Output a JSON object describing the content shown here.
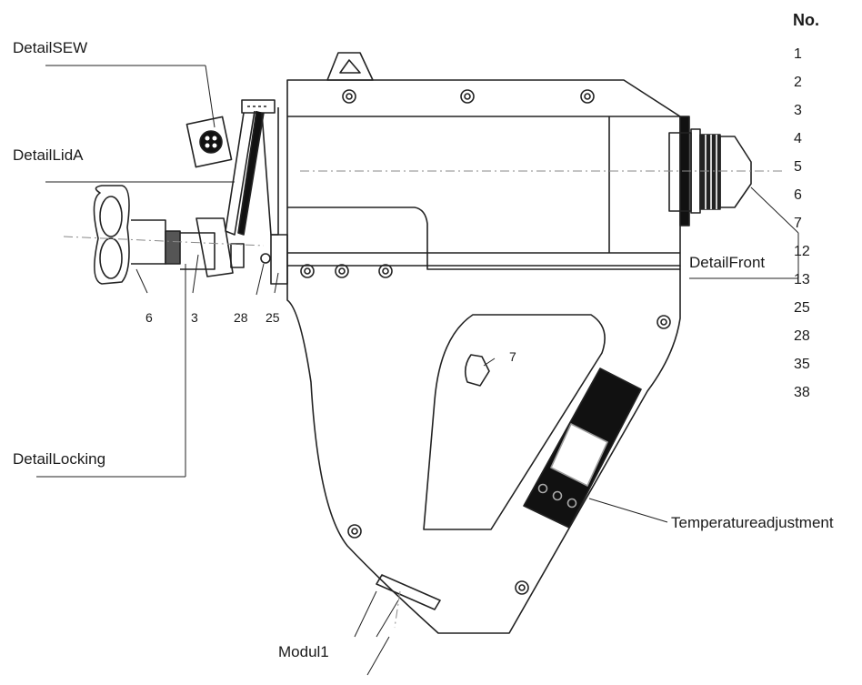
{
  "labels": {
    "detail_sew": "DetailSEW",
    "detail_lid": "DetailLidA",
    "detail_locking": "DetailLocking",
    "detail_front": "DetailFront",
    "temperature": "Temperatureadjustment",
    "modul": "Modul1"
  },
  "callouts": {
    "c6": "6",
    "c3": "3",
    "c28": "28",
    "c25": "25",
    "c7": "7"
  },
  "parts_table": {
    "header": "No.",
    "numbers": [
      "1",
      "2",
      "3",
      "4",
      "5",
      "6",
      "7",
      "12",
      "13",
      "25",
      "28",
      "35",
      "38"
    ]
  }
}
